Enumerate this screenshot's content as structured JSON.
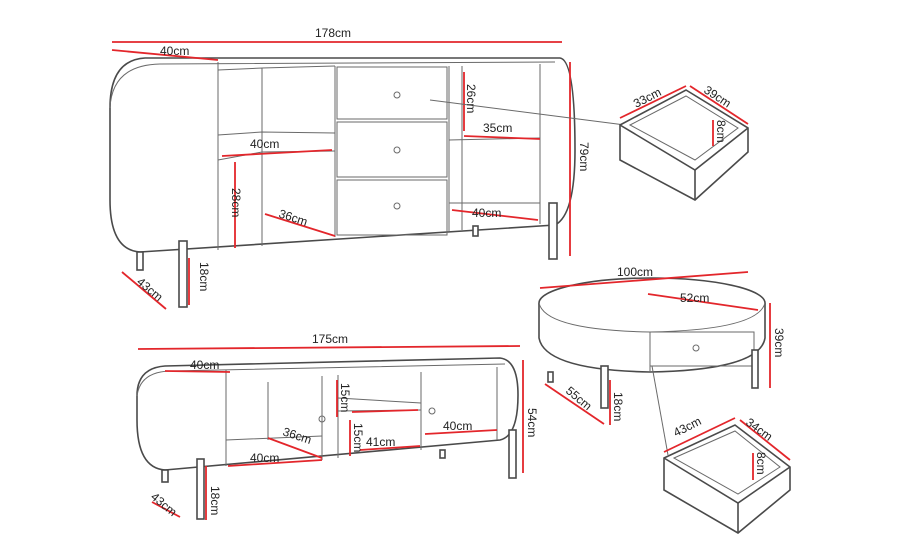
{
  "sideboard": {
    "width": "178cm",
    "depth_end": "40cm",
    "height": "79cm",
    "shelf_width_left": "40cm",
    "shelf_depth_left": "36cm",
    "shelf_height_left": "28cm",
    "drawer_height": "26cm",
    "shelf_width_right": "35cm",
    "base_width_right": "40cm",
    "leg_height": "18cm",
    "leg_span": "43cm"
  },
  "sideboard_drawer": {
    "width": "33cm",
    "depth": "39cm",
    "height": "8cm"
  },
  "tv_stand": {
    "width": "175cm",
    "depth_end": "40cm",
    "height": "54cm",
    "upper_height": "15cm",
    "lower_height": "15cm",
    "shelf_depth": "36cm",
    "base_width_left": "40cm",
    "middle_width": "41cm",
    "right_width": "40cm",
    "leg_height": "18cm",
    "leg_span": "43cm"
  },
  "coffee_table": {
    "length": "100cm",
    "top_width": "52cm",
    "height": "39cm",
    "leg_height": "18cm",
    "depth": "55cm"
  },
  "coffee_drawer": {
    "width": "43cm",
    "depth": "34cm",
    "height": "8cm"
  }
}
